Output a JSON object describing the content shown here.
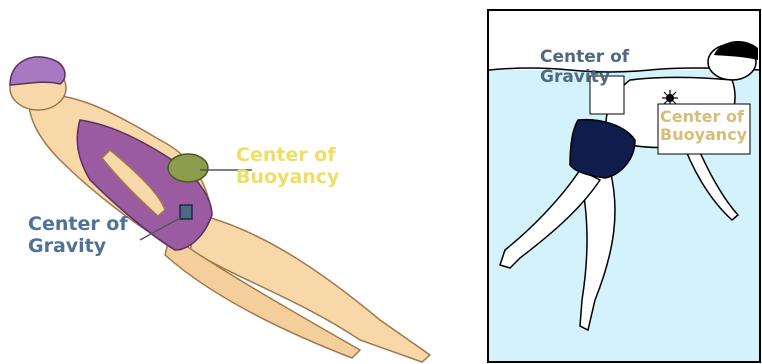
{
  "labels": {
    "left": {
      "buoyancy": [
        "Center of",
        "Buoyancy"
      ],
      "gravity": [
        "Center of",
        "Gravity"
      ]
    },
    "right": {
      "gravity": [
        "Center of",
        "Gravity"
      ],
      "buoyancy": [
        "Center of",
        "Buoyancy"
      ]
    }
  },
  "colors": {
    "skin": "#f8d8a8",
    "swimsuit_purple": "#9b5ba0",
    "cap_purple": "#a878c0",
    "buoyancy_label": "#f0de64",
    "gravity_label": "#4f7396",
    "water": "#d4f2fb",
    "trunks": "#101c4c"
  }
}
